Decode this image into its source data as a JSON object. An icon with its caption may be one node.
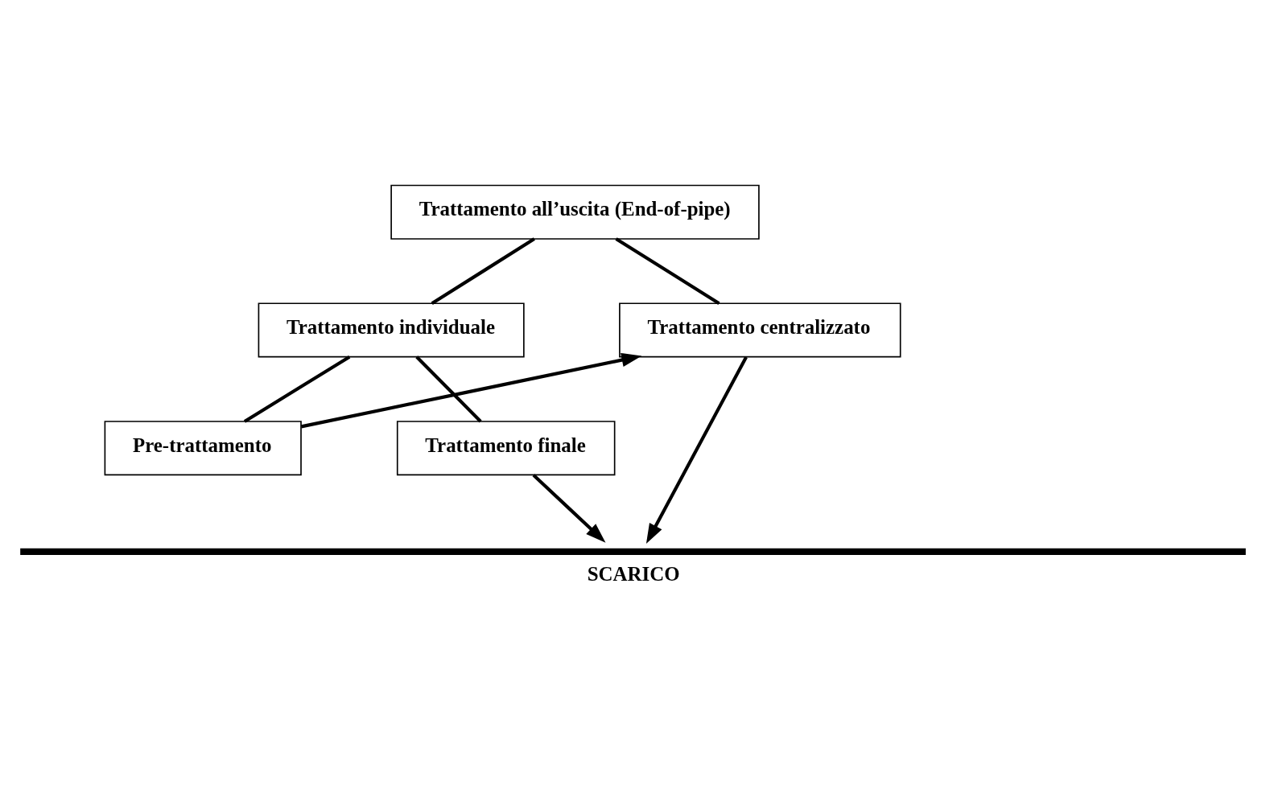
{
  "diagram": {
    "nodes": [
      {
        "text": [
          "Trattamento all’uscita (End-of-pipe)"
        ]
      },
      {
        "text": [
          "Trattamento individuale"
        ]
      },
      {
        "text": [
          "Trattamento centralizzato"
        ]
      },
      {
        "text": [
          "Pre-trattamento"
        ]
      },
      {
        "text": [
          "Trattamento finale"
        ]
      },
      {
        "text": [
          "SCARICO"
        ]
      }
    ],
    "edges": [
      {
        "from": 0,
        "to": 1,
        "arrow": "none"
      },
      {
        "from": 0,
        "to": 2,
        "arrow": "none"
      },
      {
        "from": 1,
        "to": 4,
        "arrow": "none"
      },
      {
        "from": 1,
        "to": 3,
        "arrow": "none"
      },
      {
        "from": 3,
        "to": 2,
        "arrow": "to"
      },
      {
        "from": 4,
        "to": 5,
        "arrow": "to"
      },
      {
        "from": 2,
        "to": 5,
        "arrow": "to"
      }
    ]
  }
}
